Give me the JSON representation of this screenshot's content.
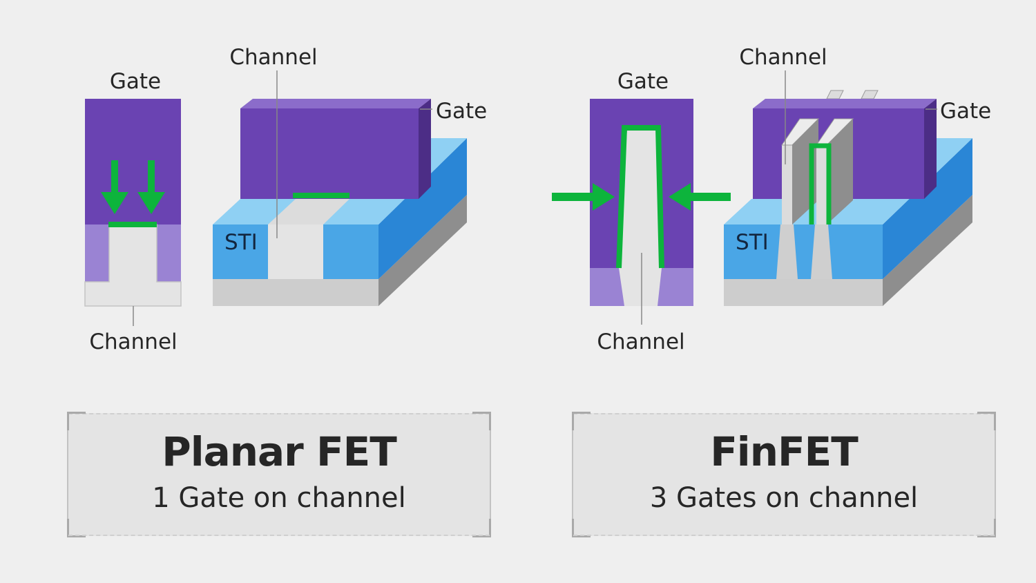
{
  "planar": {
    "gate_label_cross": "Gate",
    "channel_label_top": "Channel",
    "gate_label_3d": "Gate",
    "sti_label": "STI",
    "channel_label_bottom": "Channel",
    "title": "Planar FET",
    "subtitle": "1 Gate on channel"
  },
  "finfet": {
    "gate_label_cross": "Gate",
    "channel_label_top": "Channel",
    "gate_label_3d": "Gate",
    "sti_label": "STI",
    "channel_label_bottom": "Channel",
    "title": "FinFET",
    "subtitle": "3 Gates on channel"
  },
  "colors": {
    "gate": "#6a43b2",
    "gate_top": "#8b6cca",
    "gate_side": "#4c2d86",
    "light_purple": "#9a83d3",
    "sti_front": "#4aa6e6",
    "sti_top": "#8fd0f3",
    "sti_side": "#2a86d6",
    "substrate_front": "#cdcdcd",
    "substrate_side": "#8e8e8e",
    "channel": "#e4e4e4",
    "accent_green": "#0db43c",
    "background": "#efefef"
  },
  "icons": [
    "down-arrow-icon",
    "right-arrow-icon",
    "left-arrow-icon"
  ]
}
